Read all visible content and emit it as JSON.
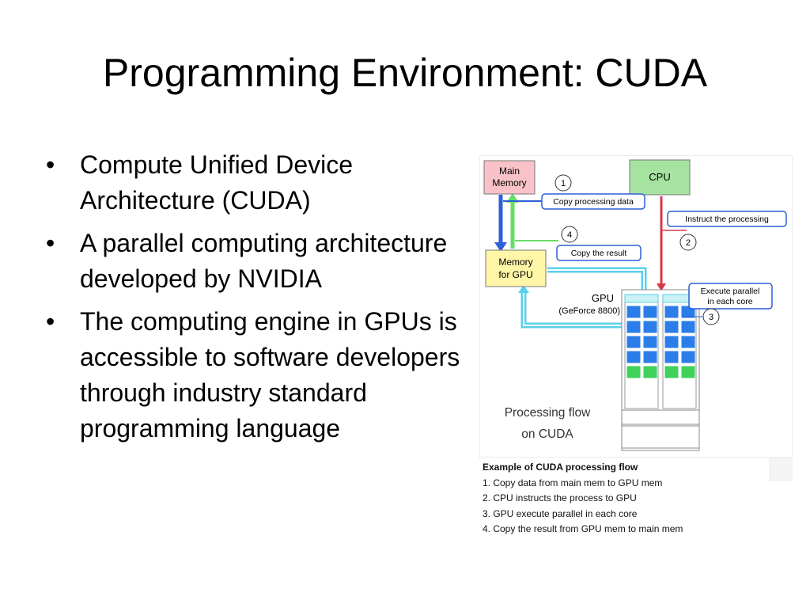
{
  "slide": {
    "title": "Programming Environment: CUDA",
    "bullets": [
      "Compute Unified Device Architecture (CUDA)",
      "A parallel computing architecture developed by NVIDIA",
      "The computing engine in GPUs is accessible to software developers through industry standard programming language"
    ],
    "bullet_symbol": "•"
  },
  "figure": {
    "main_memory": [
      "Main",
      "Memory"
    ],
    "cpu": "CPU",
    "memory_for_gpu": [
      "Memory",
      "for GPU"
    ],
    "gpu_label": "GPU",
    "gpu_model": "(GeForce 8800)",
    "step1_num": "1",
    "step1_text": "Copy processing data",
    "step2_num": "2",
    "step2_text": "Instruct the processing",
    "step3_num": "3",
    "step3_text": [
      "Execute parallel",
      "in each core"
    ],
    "step4_num": "4",
    "step4_text": "Copy the result",
    "flow_label": [
      "Processing flow",
      "on CUDA"
    ],
    "colors": {
      "main_memory_fill": "#f9c2c8",
      "cpu_fill": "#a6e3a0",
      "memory_gpu_fill": "#fff6a8",
      "blue_arrow": "#2f5fd6",
      "green_arrow": "#66dd66",
      "red_arrow": "#d53a4a",
      "cyan_arrow": "#5ad0ea",
      "core_blue": "#2b7de9",
      "core_green": "#3ed25b"
    }
  },
  "caption": {
    "title": "Example of CUDA processing flow",
    "items": [
      "1. Copy data from main mem to GPU mem",
      "2. CPU instructs the process to GPU",
      "3. GPU execute parallel in each core",
      "4. Copy the result from GPU mem to main mem"
    ]
  }
}
